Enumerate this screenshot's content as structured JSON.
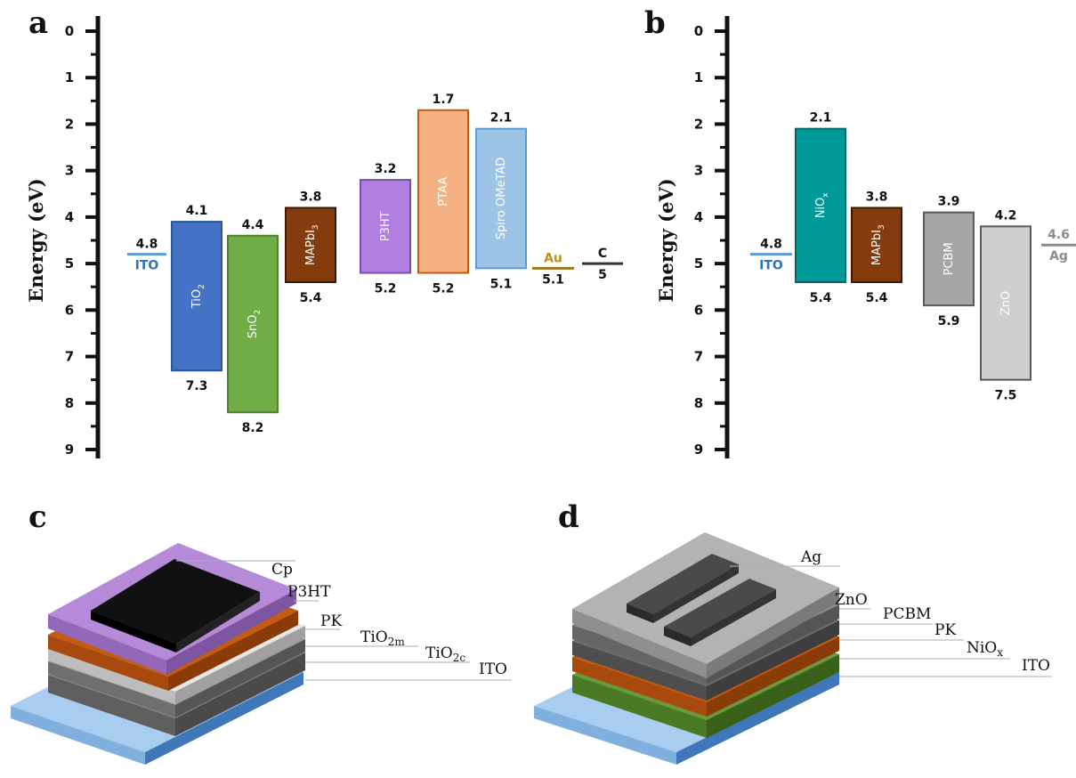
{
  "chart_data": [
    {
      "type": "bar",
      "panel": "a",
      "ylabel": "Energy (eV)",
      "ylim": [
        0,
        9
      ],
      "yticks": [
        "0",
        "1",
        "2",
        "3",
        "4",
        "5",
        "6",
        "7",
        "8",
        "9"
      ],
      "electrodes": [
        {
          "name": "ITO",
          "value": 4.8,
          "value_label": "4.8",
          "color": "#5b9bd5",
          "label_color": "#2e75b6"
        },
        {
          "name": "Au",
          "value": 5.1,
          "value_label": "5.1",
          "color": "#9c7a1a",
          "label_color": "#c09010"
        },
        {
          "name": "C",
          "value": 5.0,
          "value_label": "5",
          "color": "#333333",
          "label_color": "#111111"
        }
      ],
      "bands": [
        {
          "name": "TiO",
          "sub": "2",
          "top": 4.1,
          "bottom": 7.3,
          "top_label": "4.1",
          "bottom_label": "7.3",
          "fill": "#4472c4",
          "stroke": "#2f5597"
        },
        {
          "name": "SnO",
          "sub": "2",
          "top": 4.4,
          "bottom": 8.2,
          "top_label": "4.4",
          "bottom_label": "8.2",
          "fill": "#70ad47",
          "stroke": "#507e32"
        },
        {
          "name": "MAPbI",
          "sub": "3",
          "top": 3.8,
          "bottom": 5.4,
          "top_label": "3.8",
          "bottom_label": "5.4",
          "fill": "#843c0c",
          "stroke": "#3a1a06"
        },
        {
          "name": "P3HT",
          "sub": "",
          "top": 3.2,
          "bottom": 5.2,
          "top_label": "3.2",
          "bottom_label": "5.2",
          "fill": "#b07fe0",
          "stroke": "#7a4cad"
        },
        {
          "name": "PTAA",
          "sub": "",
          "top": 1.7,
          "bottom": 5.2,
          "top_label": "1.7",
          "bottom_label": "5.2",
          "fill": "#f4b183",
          "stroke": "#c55a11"
        },
        {
          "name": "Spiro OMeTAD",
          "sub": "",
          "top": 2.1,
          "bottom": 5.1,
          "top_label": "2.1",
          "bottom_label": "5.1",
          "fill": "#9dc3e6",
          "stroke": "#5b9bd5"
        }
      ]
    },
    {
      "type": "bar",
      "panel": "b",
      "ylabel": "Energy (eV)",
      "ylim": [
        0,
        9
      ],
      "yticks": [
        "0",
        "1",
        "2",
        "3",
        "4",
        "5",
        "6",
        "7",
        "8",
        "9"
      ],
      "electrodes": [
        {
          "name": "ITO",
          "value": 4.8,
          "value_label": "4.8",
          "color": "#5b9bd5",
          "label_color": "#2e75b6"
        },
        {
          "name": "Ag",
          "value": 4.6,
          "value_label": "4.6",
          "color": "#8c8c8c",
          "label_color": "#8c8c8c"
        }
      ],
      "bands": [
        {
          "name": "NiO",
          "sub": "x",
          "top": 2.1,
          "bottom": 5.4,
          "top_label": "2.1",
          "bottom_label": "5.4",
          "fill": "#009999",
          "stroke": "#006666"
        },
        {
          "name": "MAPbI",
          "sub": "3",
          "top": 3.8,
          "bottom": 5.4,
          "top_label": "3.8",
          "bottom_label": "5.4",
          "fill": "#843c0c",
          "stroke": "#3a1a06"
        },
        {
          "name": "PCBM",
          "sub": "",
          "top": 3.9,
          "bottom": 5.9,
          "top_label": "3.9",
          "bottom_label": "5.9",
          "fill": "#a6a6a6",
          "stroke": "#595959"
        },
        {
          "name": "ZnO",
          "sub": "",
          "top": 4.2,
          "bottom": 7.5,
          "top_label": "4.2",
          "bottom_label": "7.5",
          "fill": "#d0cece",
          "stroke": "#595959"
        }
      ]
    }
  ],
  "panels": {
    "c": {
      "letter": "c",
      "layers": [
        {
          "name": "Cp",
          "sub": ""
        },
        {
          "name": "P3HT",
          "sub": ""
        },
        {
          "name": "PK",
          "sub": ""
        },
        {
          "name": "TiO",
          "sub": "2m"
        },
        {
          "name": "TiO",
          "sub": "2c"
        },
        {
          "name": "ITO",
          "sub": ""
        }
      ]
    },
    "d": {
      "letter": "d",
      "layers": [
        {
          "name": "Ag",
          "sub": ""
        },
        {
          "name": "ZnO",
          "sub": ""
        },
        {
          "name": "PCBM",
          "sub": ""
        },
        {
          "name": "PK",
          "sub": ""
        },
        {
          "name": "NiO",
          "sub": "x"
        },
        {
          "name": "ITO",
          "sub": ""
        }
      ]
    }
  }
}
